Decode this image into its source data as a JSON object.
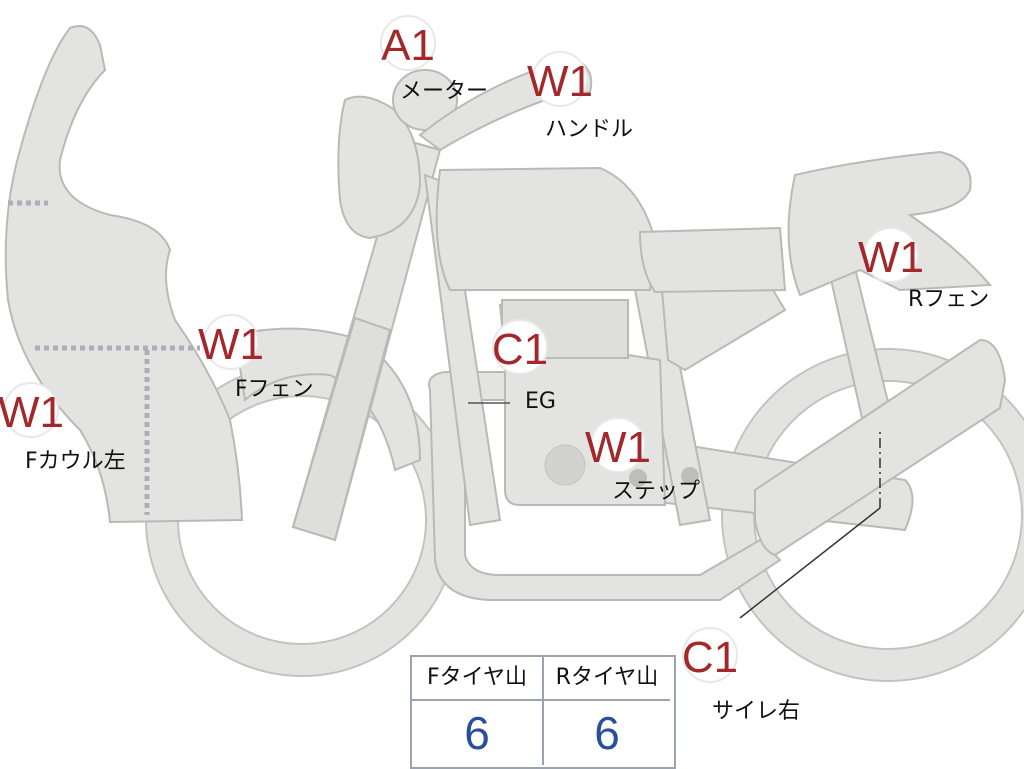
{
  "markers": {
    "meter": {
      "code": "A1",
      "label": "メーター"
    },
    "handle": {
      "code": "W1",
      "label": "ハンドル"
    },
    "r_fender": {
      "code": "W1",
      "label": "Rフェン"
    },
    "f_fender": {
      "code": "W1",
      "label": "Fフェン"
    },
    "engine": {
      "code": "C1",
      "label": "EG"
    },
    "f_cowl": {
      "code": "W1",
      "label": "Fカウル左"
    },
    "step": {
      "code": "W1",
      "label": "ステップ"
    },
    "muffler": {
      "code": "C1",
      "label": "サイレ右"
    }
  },
  "tire_tread": {
    "front_header": "Fタイヤ山",
    "rear_header": "Rタイヤ山",
    "front_value": "6",
    "rear_value": "6"
  },
  "colors": {
    "part_fill": "#e3e3e1",
    "code_text": "#a3282b",
    "value_text": "#2a4f9a",
    "table_border": "#9aa4ae"
  }
}
